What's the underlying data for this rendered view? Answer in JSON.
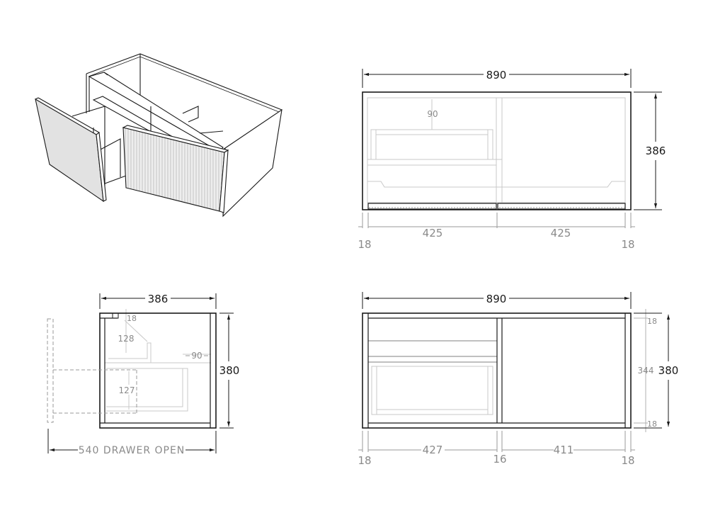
{
  "colors": {
    "outline": "#1a1a1a",
    "hidden_line": "#c8c8c8",
    "dim_text_dark": "#1a1a1a",
    "dim_text_grey": "#8a8a8a",
    "door_fill": "#e2e2e2",
    "background": "#ffffff"
  },
  "views": {
    "isometric": {
      "label": "isometric-view",
      "description": "Wall-hung vanity cabinet with left drawer open and right fluted drawer front"
    },
    "top_view": {
      "overall_width": "890",
      "depth": "386",
      "inner_offset": "90",
      "left_drawer_width": "425",
      "right_drawer_width": "425",
      "left_panel": "18",
      "right_panel": "18"
    },
    "side_view": {
      "depth": "386",
      "height": "380",
      "top_panel": "18",
      "upper_drawer_height": "128",
      "rear_offset": "90",
      "lower_drawer_height": "127",
      "drawer_open_label": "540 DRAWER OPEN"
    },
    "front_view": {
      "overall_width": "890",
      "height": "380",
      "inner_height": "344",
      "top_panel": "18",
      "bottom_panel": "18",
      "left_panel": "18",
      "left_opening": "427",
      "divider": "16",
      "right_opening": "411",
      "right_panel": "18"
    }
  }
}
